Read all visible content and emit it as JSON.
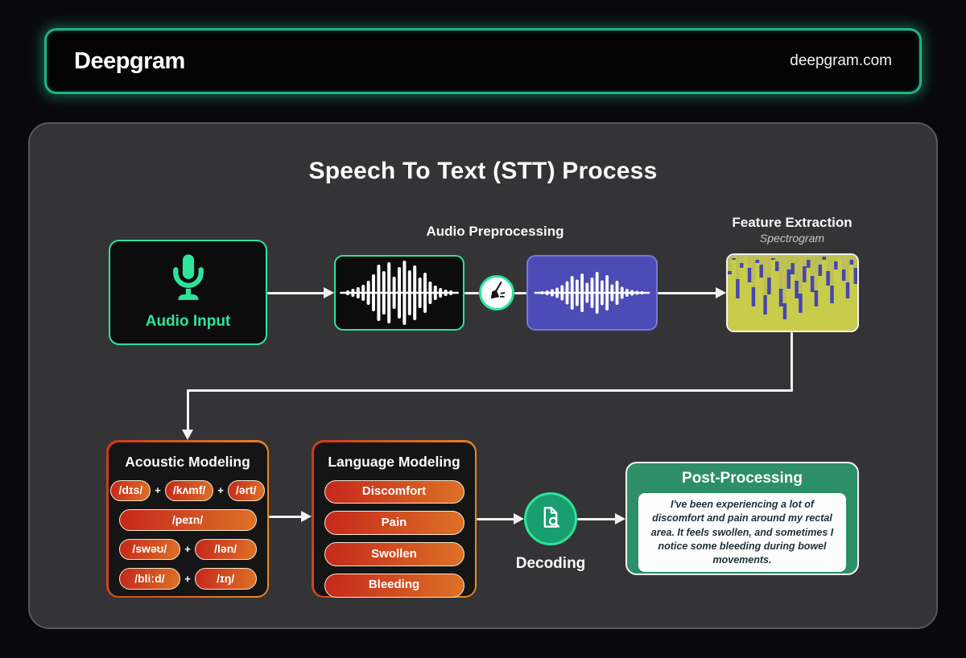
{
  "header": {
    "brand": "Deepgram",
    "site": "deepgram.com"
  },
  "diagram": {
    "title": "Speech To Text (STT) Process",
    "plus_sign": "+",
    "audio_input": {
      "label": "Audio Input"
    },
    "preprocessing_label": "Audio Preprocessing",
    "feature_extraction": {
      "title": "Feature Extraction",
      "subtitle": "Spectrogram"
    },
    "acoustic": {
      "title": "Acoustic Modeling",
      "rows": [
        [
          "/dɪs/",
          "/kʌmf/",
          "/ərt/"
        ],
        [
          "/peɪn/"
        ],
        [
          "/swəʊ/",
          "/lən/"
        ],
        [
          "/bliːd/",
          "/ɪŋ/"
        ]
      ]
    },
    "language": {
      "title": "Language Modeling",
      "words": [
        "Discomfort",
        "Pain",
        "Swollen",
        "Bleeding"
      ]
    },
    "decoding_label": "Decoding",
    "post": {
      "title": "Post-Processing",
      "transcript": "I've been experiencing a lot of discomfort and pain around my rectal area. It feels swollen, and sometimes I notice some bleeding during bowel movements."
    }
  },
  "icons": {
    "microphone-icon": "green microphone",
    "broom-icon": "cleaning broom in white circle",
    "waveform-icon": "raw audio waveform bars",
    "clean-waveform-icon": "cleaned audio waveform bars on indigo",
    "spectrogram-image": "yellow-on-blue spectrogram",
    "document-search-icon": "document with magnifier"
  },
  "colors": {
    "accent_green": "#2EE49B",
    "header_border": "#1FB389",
    "panel_bg": "#343436",
    "indigo_box": "#4D4BB5",
    "pill_red": "#C5271B",
    "pill_orange": "#DD7226",
    "post_green": "#2D8E6A",
    "spectrogram_blue": "#4646B0",
    "spectrogram_yellow": "#C9CC4B"
  }
}
